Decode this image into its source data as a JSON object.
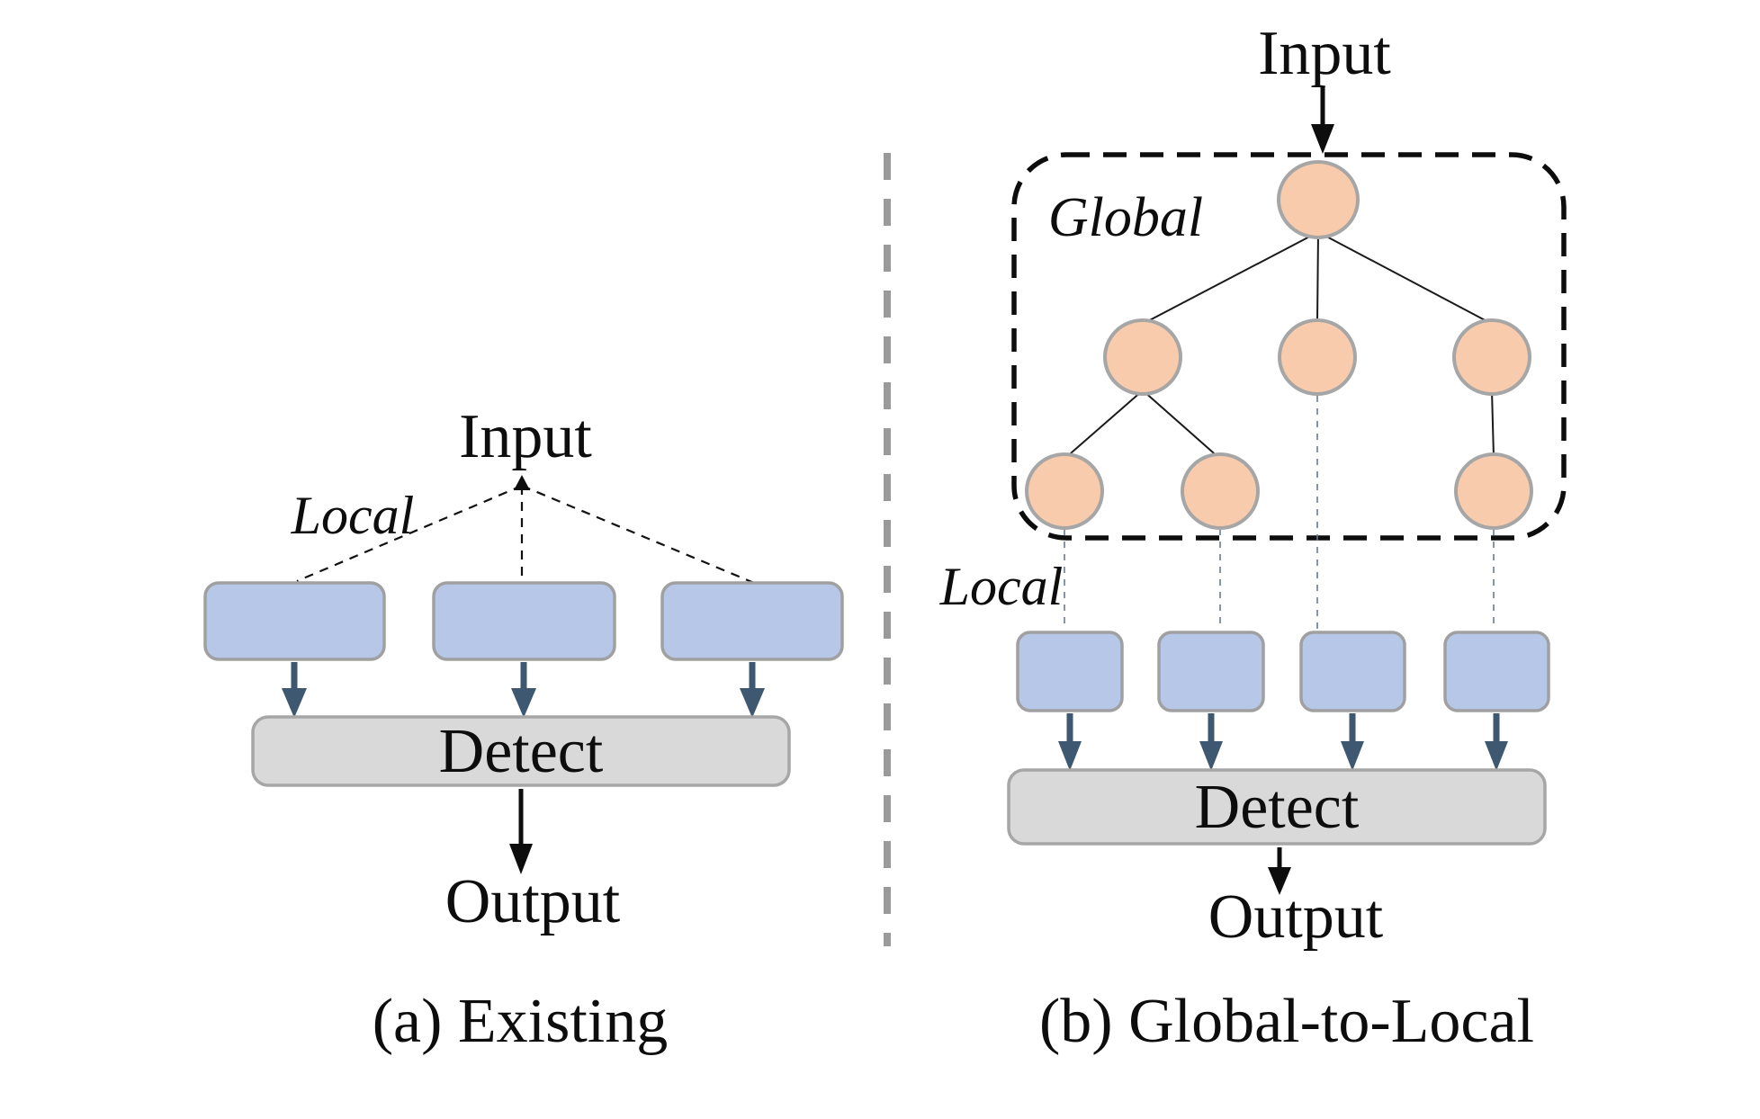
{
  "figure": {
    "kind": "two-panel architecture comparison diagram",
    "divider": {
      "color": "#9a9a9a"
    },
    "panels": {
      "a": {
        "input_label": "Input",
        "local_label": "Local",
        "detect_label": "Detect",
        "output_label": "Output",
        "caption": "(a) Existing",
        "local_box_count": 3
      },
      "b": {
        "input_label": "Input",
        "global_label": "Global",
        "local_label": "Local",
        "detect_label": "Detect",
        "output_label": "Output",
        "caption": "(b) Global-to-Local",
        "local_box_count": 4,
        "tree_nodes_per_level": [
          1,
          3,
          3
        ]
      }
    },
    "colors": {
      "node_fill": "#f8cbad",
      "node_stroke": "#a6a6a6",
      "local_box_fill": "#b6c7e8",
      "local_box_stroke": "#a0a0a0",
      "detect_fill": "#d9d9d9",
      "detect_stroke": "#a6a6a6",
      "flow_arrow": "#3e5871",
      "line_black": "#0d0d0d",
      "divider_gray": "#9a9a9a"
    }
  }
}
